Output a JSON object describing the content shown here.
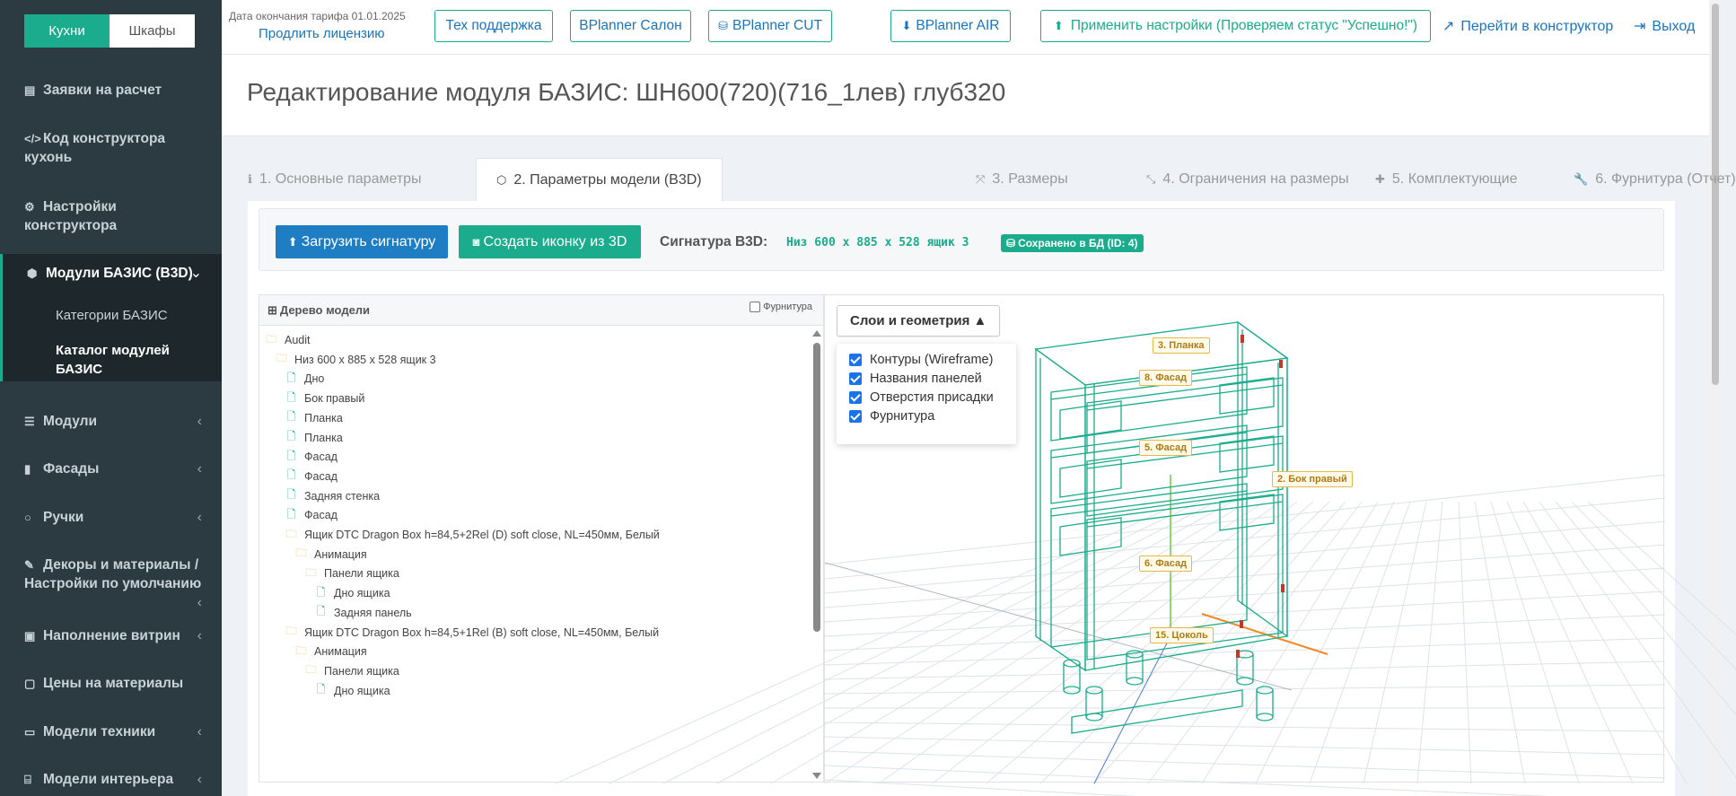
{
  "sidebar": {
    "segment": {
      "left": "Кухни",
      "right": "Шкафы"
    },
    "items": [
      {
        "label": "Заявки на расчет"
      },
      {
        "label": "Код конструктора кухонь"
      },
      {
        "label": "Настройки конструктора"
      },
      {
        "label": "Модули БАЗИС (B3D)"
      },
      {
        "label": "Модули"
      },
      {
        "label": "Фасады"
      },
      {
        "label": "Ручки"
      },
      {
        "label": "Декоры и материалы / Настройки по умолчанию"
      },
      {
        "label": "Наполнение витрин"
      },
      {
        "label": "Цены на материалы"
      },
      {
        "label": "Модели техники"
      },
      {
        "label": "Модели интерьера"
      }
    ],
    "subitems": [
      {
        "label": "Категории БАЗИС"
      },
      {
        "label": "Каталог модулей БАЗИС"
      }
    ]
  },
  "topbar": {
    "license_date": "Дата окончания тарифа 01.01.2025",
    "license_link": "Продлить лицензию",
    "support": "Тех поддержка",
    "salon": "BPlanner Салон",
    "cut": "BPlanner CUT",
    "air": "BPlanner AIR",
    "apply": "Применить настройки (Проверяем статус \"Успешно!\")",
    "constructor": "Перейти в конструктор",
    "logout": "Выход"
  },
  "page": {
    "title": "Редактирование модуля БАЗИС: ШН600(720)(716_1лев) глуб320"
  },
  "tabs": [
    {
      "label": "1. Основные параметры"
    },
    {
      "label": "2. Параметры модели (B3D)"
    },
    {
      "label": "3. Размеры"
    },
    {
      "label": "4. Ограничения на размеры"
    },
    {
      "label": "5. Комплектующие"
    },
    {
      "label": "6. Фурнитура (Отчет)"
    }
  ],
  "toolbar": {
    "upload": "Загрузить сигнатуру",
    "create_icon": "Создать иконку из 3D",
    "signature_label": "Сигнатура B3D:",
    "signature_value": "Низ 600 x 885 x 528 ящик 3",
    "saved_badge": "Сохранено в БД (ID: 4)"
  },
  "tree": {
    "title": "Дерево модели",
    "fittings_checkbox": "Фурнитура",
    "nodes": [
      {
        "label": "Audit",
        "type": "folder"
      },
      {
        "label": "Низ 600 x 885 x 528 ящик 3",
        "type": "folder"
      },
      {
        "label": "Дно",
        "type": "file"
      },
      {
        "label": "Бок правый",
        "type": "file"
      },
      {
        "label": "Планка",
        "type": "file"
      },
      {
        "label": "Планка",
        "type": "file"
      },
      {
        "label": "Фасад",
        "type": "file"
      },
      {
        "label": "Фасад",
        "type": "file"
      },
      {
        "label": "Задняя стенка",
        "type": "file"
      },
      {
        "label": "Фасад",
        "type": "file"
      },
      {
        "label": "Ящик DTC Dragon Box h=84,5+2Rel (D) soft close, NL=450мм, Белый",
        "type": "folder"
      },
      {
        "label": "Анимация",
        "type": "folder"
      },
      {
        "label": "Панели ящика",
        "type": "folder"
      },
      {
        "label": "Дно ящика",
        "type": "file"
      },
      {
        "label": "Задняя панель",
        "type": "file"
      },
      {
        "label": "Ящик DTC Dragon Box h=84,5+1Rel (B) soft close, NL=450мм, Белый",
        "type": "folder"
      },
      {
        "label": "Анимация",
        "type": "folder"
      },
      {
        "label": "Панели ящика",
        "type": "folder"
      },
      {
        "label": "Дно ящика",
        "type": "file"
      }
    ]
  },
  "viewport": {
    "layers_button": "Слои и геометрия ▲",
    "layers": [
      {
        "label": "Контуры (Wireframe)",
        "checked": true
      },
      {
        "label": "Названия панелей",
        "checked": true
      },
      {
        "label": "Отверстия присадки",
        "checked": true
      },
      {
        "label": "Фурнитура",
        "checked": true
      }
    ],
    "panel_tags": [
      {
        "label": "3. Планка"
      },
      {
        "label": "8. Фасад"
      },
      {
        "label": "5. Фасад"
      },
      {
        "label": "2. Бок правый"
      },
      {
        "label": "6. Фасад"
      },
      {
        "label": "15. Цоколь"
      }
    ],
    "model_color": "#1aac8c"
  }
}
